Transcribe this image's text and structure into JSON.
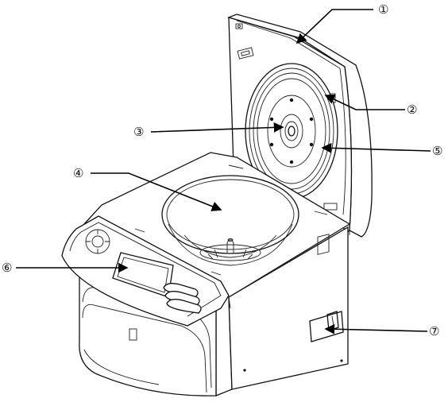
{
  "figure": {
    "callouts": [
      {
        "id": "c1",
        "number": "①"
      },
      {
        "id": "c2",
        "number": "②"
      },
      {
        "id": "c3",
        "number": "③"
      },
      {
        "id": "c4",
        "number": "④"
      },
      {
        "id": "c5",
        "number": "⑤"
      },
      {
        "id": "c6",
        "number": "⑥"
      },
      {
        "id": "c7",
        "number": "⑦"
      }
    ]
  }
}
